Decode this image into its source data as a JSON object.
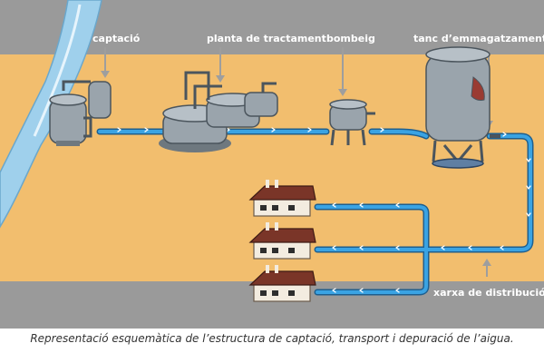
{
  "labels": {
    "captacio": "captació",
    "planta": "planta de tractament",
    "bombeig": "bombeig",
    "tanc": "tanc d’emmagatzament",
    "xarxa": "xarxa de distribució"
  },
  "caption": "Representació esquemàtica de l’estructura de captació, transport i depuració de l’aigua.",
  "colors": {
    "band_gray": "#9a9a9a",
    "ground": "#f2be6e",
    "river": "#9fd0ec",
    "pipe": "#2d8fd1",
    "pipe_dark": "#1e5f8f",
    "machine": "#9aa4ac",
    "roof": "#7a3528",
    "wall": "#f3ece0"
  }
}
